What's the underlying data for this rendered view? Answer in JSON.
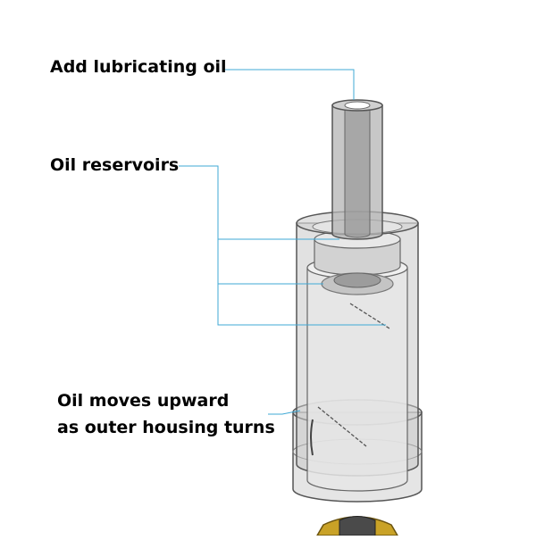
{
  "labels": {
    "add_oil": "Add lubricating oil",
    "reservoirs": "Oil reservoirs",
    "moves_line1": "Oil moves upward",
    "moves_line2": "as outer housing turns"
  },
  "colors": {
    "leader_line": "#3fa9d6",
    "housing_outline": "#555555",
    "housing_fill": "#c8c8c8",
    "inner_fill": "#e6e6e6",
    "tube_fill": "#b4b4b4",
    "base_gold": "#c9a227",
    "base_dark": "#4a4a4a"
  },
  "icons": [
    "oil-filler-tube",
    "housing-cylinder",
    "oil-reservoir",
    "helical-groove",
    "rotating-base"
  ]
}
